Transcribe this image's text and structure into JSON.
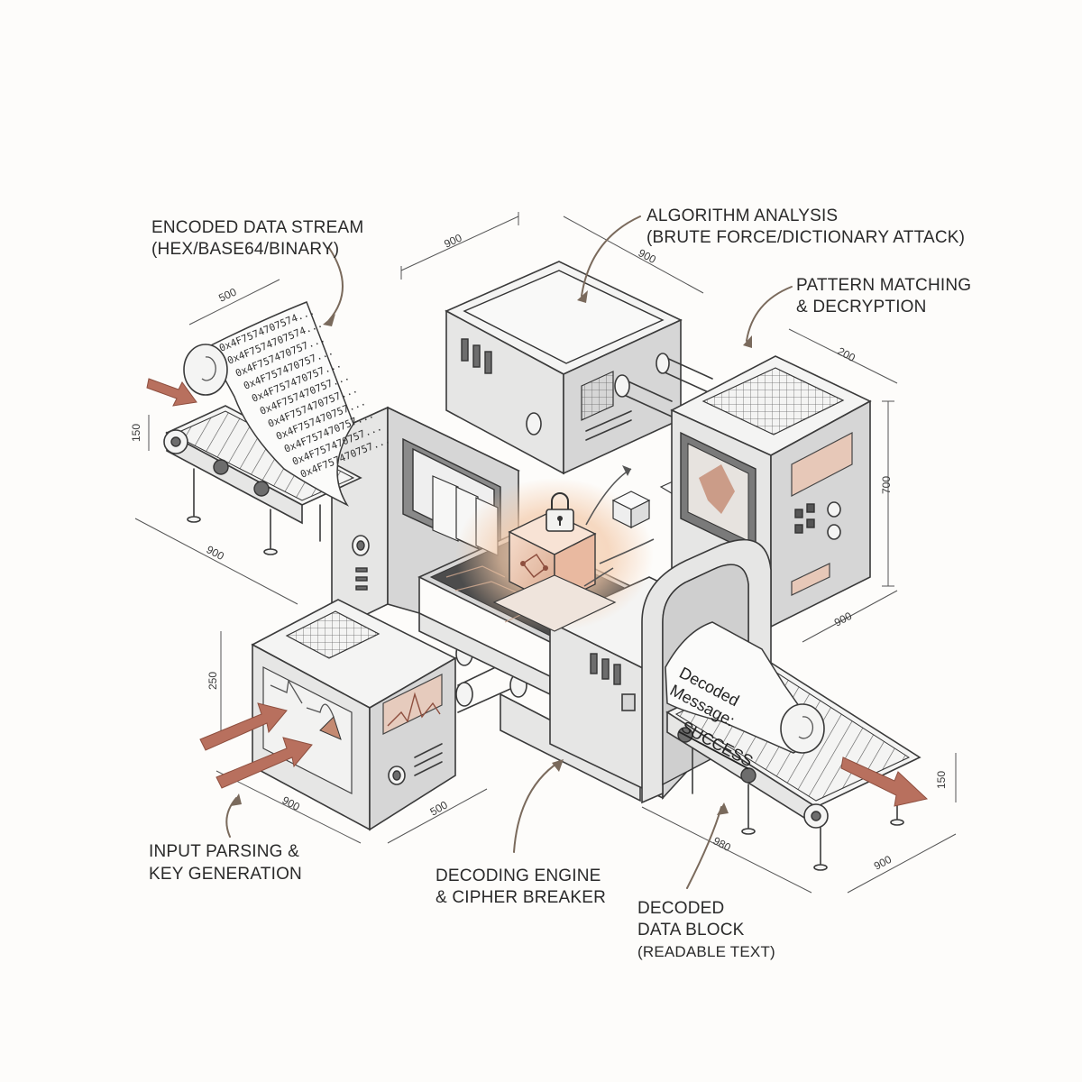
{
  "labels": {
    "encoded_stream": [
      "ENCODED DATA STREAM",
      "(HEX/BASE64/BINARY)"
    ],
    "algorithm_analysis": [
      "ALGORITHM ANALYSIS",
      "(BRUTE FORCE/DICTIONARY ATTACK)"
    ],
    "pattern_matching": [
      "PATTERN MATCHING",
      "& DECRYPTION"
    ],
    "input_parsing": [
      "INPUT PARSING &",
      "KEY GENERATION"
    ],
    "decoding_engine": [
      "DECODING ENGINE",
      "& CIPHER BREAKER"
    ],
    "decoded_block": [
      "DECODED",
      "DATA BLOCK",
      "(READABLE TEXT)"
    ]
  },
  "scroll_hex": [
    "0x4F7574707574...",
    "0x4F7574707574...",
    "0x4F757470757...",
    "0x4F757470757...",
    "0x4F757470757...",
    "0x4F757470757...",
    "0x4F757470757...",
    "0x4F757470757...",
    "0x4F757470757...",
    "0x4F757470757...",
    "0x4F757470757..."
  ],
  "output_message": [
    "Decoded",
    "Message:",
    "SUCCESS"
  ],
  "dimensions": {
    "top_box_left": "900",
    "top_box_right": "900",
    "right_box_top": "200",
    "right_box_height": "700",
    "right_box_bottom": "900",
    "scroll_width": "500",
    "conveyor_height": "150",
    "conveyor_length": "900",
    "input_box_height": "250",
    "input_box_width": "900",
    "input_box_depth": "500",
    "out_conveyor_height": "150",
    "out_conveyor_length": "900",
    "out_conveyor_depth": "980"
  },
  "colors": {
    "accent_arrow": "#b8705e",
    "glow": "#f3c9a8",
    "ink": "#3a3a3a"
  }
}
